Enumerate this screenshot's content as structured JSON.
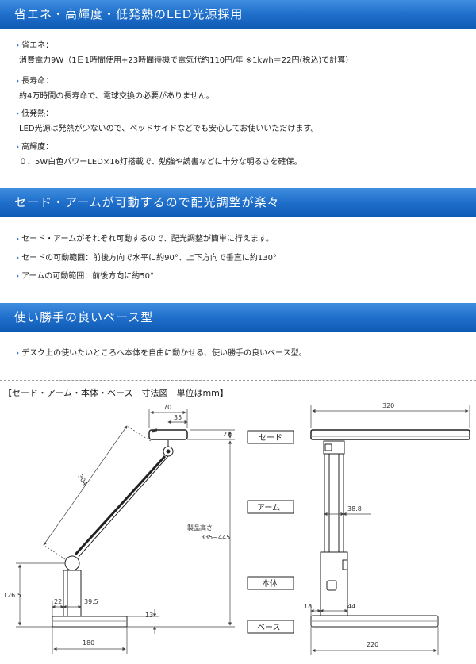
{
  "section1": {
    "title": "省エネ・高輝度・低発熱のLED光源採用",
    "items": [
      {
        "head": "省エネ：",
        "body": "消費電力9W（1日1時間使用+23時間待機で電気代約110円/年 ※1kwh＝22円(税込)で計算）"
      },
      {
        "head": "長寿命：",
        "body": "約4万時間の長寿命で、電球交換の必要がありません。"
      },
      {
        "head": "低発熱：",
        "body": "LED光源は発熱が少ないので、ベッドサイドなどでも安心してお使いいただけます。"
      },
      {
        "head": "高輝度：",
        "body": "０．5W白色パワーLED×16灯搭載で、勉強や読書などに十分な明るさを確保。"
      }
    ]
  },
  "section2": {
    "title": "セード・アームが可動するので配光調整が楽々",
    "bullets": [
      "セード・アームがそれぞれ可動するので、配光調整が簡単に行えます。",
      "セードの可動範囲：前後方向で水平に約90°、上下方向で垂直に約130°",
      "アームの可動範囲：前後方向に約50°"
    ]
  },
  "section3": {
    "title": "使い勝手の良いベース型",
    "bullets": [
      "デスク上の使いたいところへ本体を自由に動かせる、使い勝手の良いベース型。"
    ]
  },
  "diagram": {
    "title": "【セード・アーム・本体・ベース　寸法図　単位はmm】",
    "dims": {
      "shade_width": "70",
      "shade_inner": "35",
      "shade_height": "21",
      "arm_length": "304",
      "total_height_label": "製品高さ",
      "total_height": "335~445",
      "body_height": "126.5",
      "d22": "22",
      "d395": "39.5",
      "base_thick": "13",
      "base_width": "180",
      "front_width": "320",
      "arm_width": "38.8",
      "d18": "18",
      "d44": "44",
      "front_base": "220"
    },
    "part_labels": [
      "セード",
      "アーム",
      "本体",
      "ベース"
    ]
  }
}
